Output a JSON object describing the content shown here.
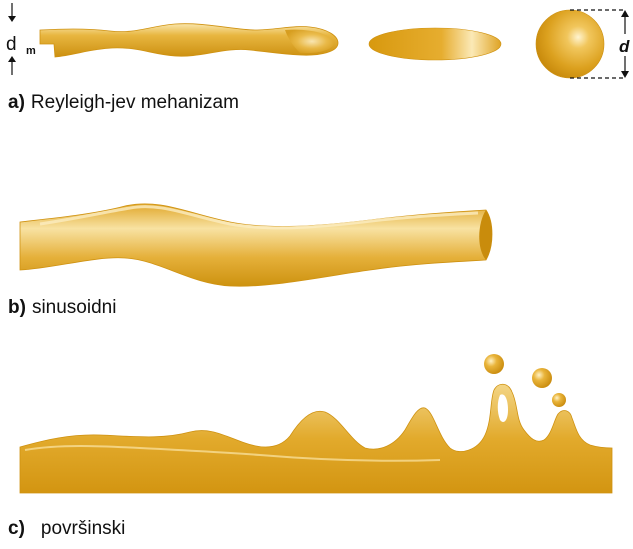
{
  "panels": {
    "a": {
      "letter": "a)",
      "caption": "Reyleigh-jev mehanizam",
      "dim_label": "d",
      "dim_sub": "m",
      "drop_dim_label": "d"
    },
    "b": {
      "letter": "b)",
      "caption": "sinusoidni"
    },
    "c": {
      "letter": "c)",
      "caption": "površinski"
    }
  },
  "colors": {
    "liquid_dark": "#d49a16",
    "liquid_mid": "#e2ad2e",
    "liquid_light": "#f7df9b",
    "highlight": "#fff6d8",
    "outline": "#c88a0c"
  }
}
